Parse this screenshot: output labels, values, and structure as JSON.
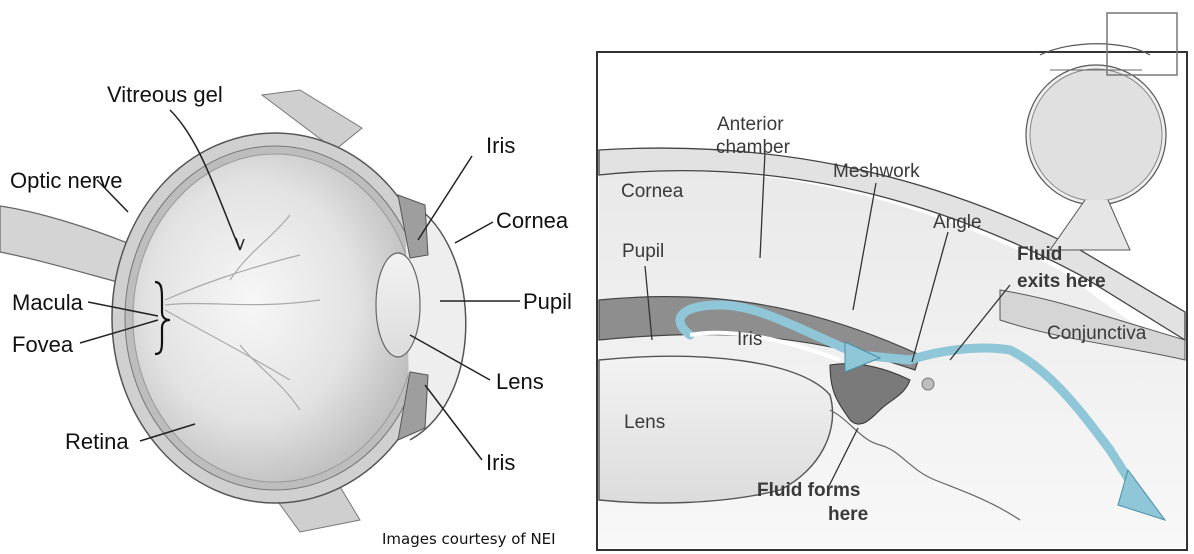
{
  "left_diagram": {
    "labels": {
      "vitreous_gel": "Vitreous gel",
      "optic_nerve": "Optic nerve",
      "iris_top": "Iris",
      "cornea": "Cornea",
      "macula": "Macula",
      "fovea": "Fovea",
      "pupil": "Pupil",
      "lens": "Lens",
      "retina": "Retina",
      "iris_bottom": "Iris"
    }
  },
  "right_diagram": {
    "labels": {
      "anterior_1": "Anterior",
      "anterior_2": "chamber",
      "cornea": "Cornea",
      "meshwork": "Meshwork",
      "angle": "Angle",
      "pupil": "Pupil",
      "fluid_exits_1": "Fluid",
      "fluid_exits_2": "exits here",
      "conjunctiva": "Conjunctiva",
      "iris": "Iris",
      "lens": "Lens",
      "fluid_forms_1": "Fluid forms",
      "fluid_forms_2": "here"
    }
  },
  "credit": "Images courtesy of NEI",
  "colors": {
    "fluid": "#8fc6d8",
    "tissue": "#d9d9d9",
    "outline": "#333333"
  }
}
